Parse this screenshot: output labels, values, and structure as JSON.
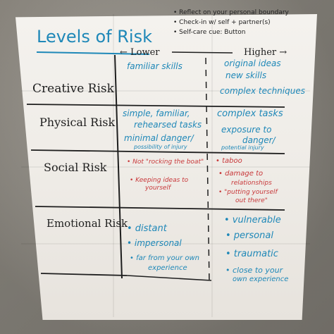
{
  "title": "Levels of Risk",
  "notes": [
    "• Reflect on your personal boundary",
    "• Check-in w/ self + partner(s)",
    "• Self-care cue: Button"
  ],
  "scale": {
    "lower": "← Lower",
    "higher": "Higher →"
  },
  "rows": [
    {
      "label": "Creative Risk",
      "lower": [
        "familiar skills"
      ],
      "higher": [
        "original ideas",
        "new skills",
        "complex techniques"
      ]
    },
    {
      "label": "Physical Risk",
      "lower": [
        "simple, familiar,",
        "rehearsed tasks",
        "minimal danger/",
        "possibility of injury"
      ],
      "higher": [
        "complex tasks",
        "exposure to",
        "danger/",
        "potential injury"
      ]
    },
    {
      "label": "Social Risk",
      "lower": [
        "• Not \"rocking the boat\"",
        "• Keeping ideas to",
        "yourself"
      ],
      "higher": [
        "• taboo",
        "• damage to",
        "relationships",
        "• \"putting yourself",
        "out there\""
      ]
    },
    {
      "label": "Emotional Risk",
      "lower": [
        "• distant",
        "• impersonal",
        "• far from your own",
        "experience"
      ],
      "higher": [
        "• vulnerable",
        "• personal",
        "• traumatic",
        "• close to your",
        "own experience"
      ]
    }
  ],
  "colors": {
    "marker_blue": "#1f88b8",
    "marker_red": "#c8383a",
    "marker_black": "#1e1e1e",
    "paper": "#f1eee9"
  }
}
